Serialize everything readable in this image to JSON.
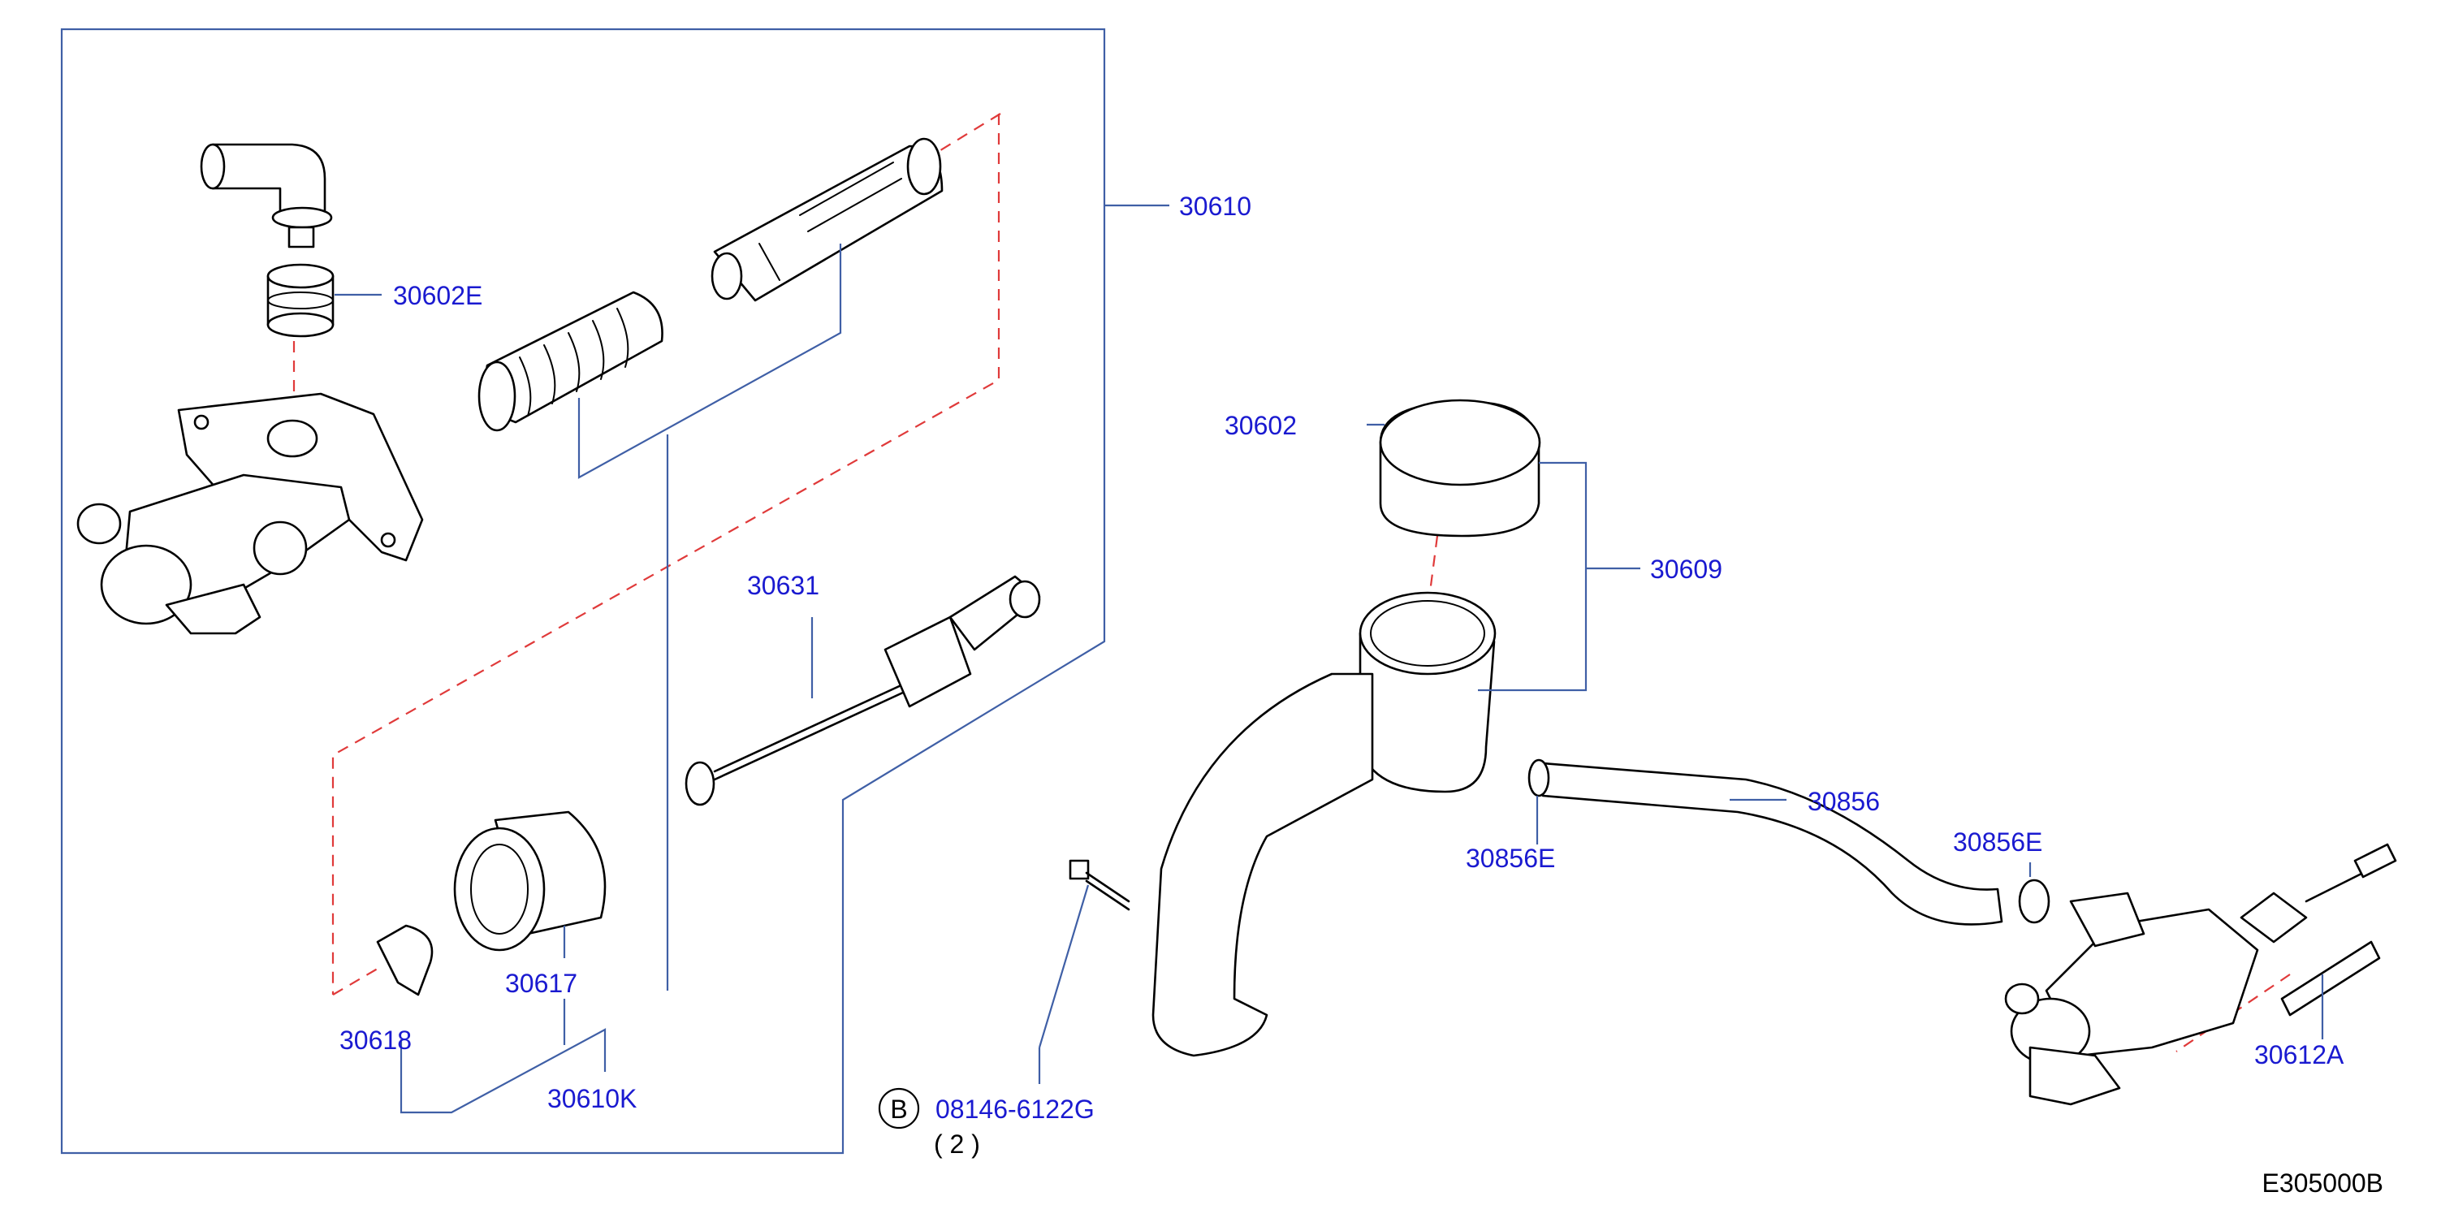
{
  "diagram": {
    "diagram_code": "E305000B",
    "labels": {
      "p30610": "30610",
      "p30602E": "30602E",
      "p30602": "30602",
      "p30609": "30609",
      "p30631": "30631",
      "p30856": "30856",
      "p30856E_top": "30856E",
      "p30856E_bottom": "30856E",
      "p30617": "30617",
      "p30618": "30618",
      "p30610K": "30610K",
      "p30612A": "30612A",
      "bolt_part": "08146-6122G",
      "bolt_qty": "( 2 )",
      "bolt_marker": "B"
    },
    "colors": {
      "label": "#1a1ad0",
      "leader": "#3f5fa6",
      "dashed": "#e03a3a",
      "outline": "#000000"
    }
  }
}
